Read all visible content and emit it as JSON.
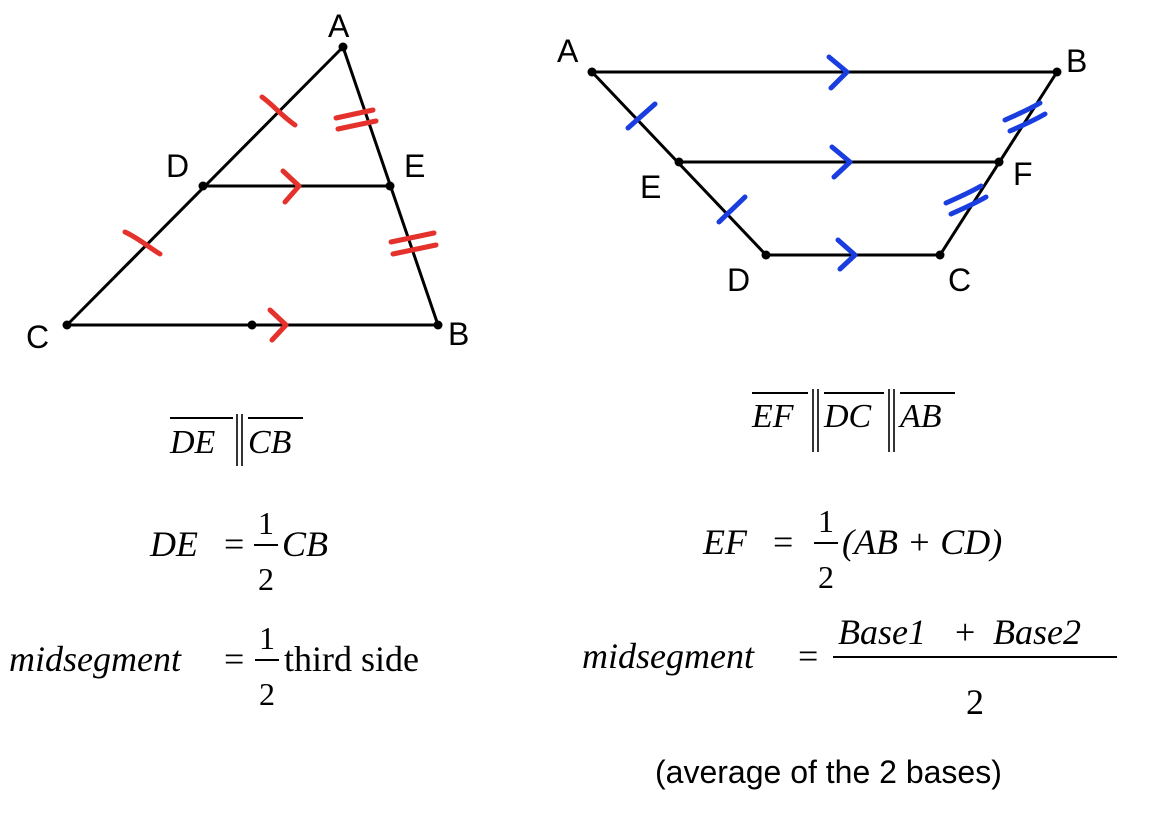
{
  "triangle": {
    "vertex_labels": {
      "A": "A",
      "B": "B",
      "C": "C",
      "D": "D",
      "E": "E"
    },
    "parallel_statement": {
      "seg1": "DE",
      "seg2": "CB"
    },
    "length_formula": {
      "lhs": "DE",
      "num": "1",
      "den": "2",
      "rhs": "CB"
    },
    "midsegment_formula": {
      "lhs": "midsegment",
      "num": "1",
      "den": "2",
      "rhs": "third side"
    }
  },
  "trapezoid": {
    "vertex_labels": {
      "A": "A",
      "B": "B",
      "C": "C",
      "D": "D",
      "E": "E",
      "F": "F"
    },
    "parallel_statement": {
      "seg1": "EF",
      "seg2": "DC",
      "seg3": "AB"
    },
    "length_formula": {
      "lhs": "EF",
      "num": "1",
      "den": "2",
      "rhs": "(AB + CD)"
    },
    "midsegment_formula": {
      "lhs": "midsegment",
      "num_base1": "Base1",
      "num_plus": "+",
      "num_base2": "Base2",
      "den": "2"
    },
    "note": "(average of the 2 bases)"
  },
  "colors": {
    "triangle_marks": "#e5312b",
    "trapezoid_marks": "#1a3de0",
    "lines": "#000000"
  }
}
